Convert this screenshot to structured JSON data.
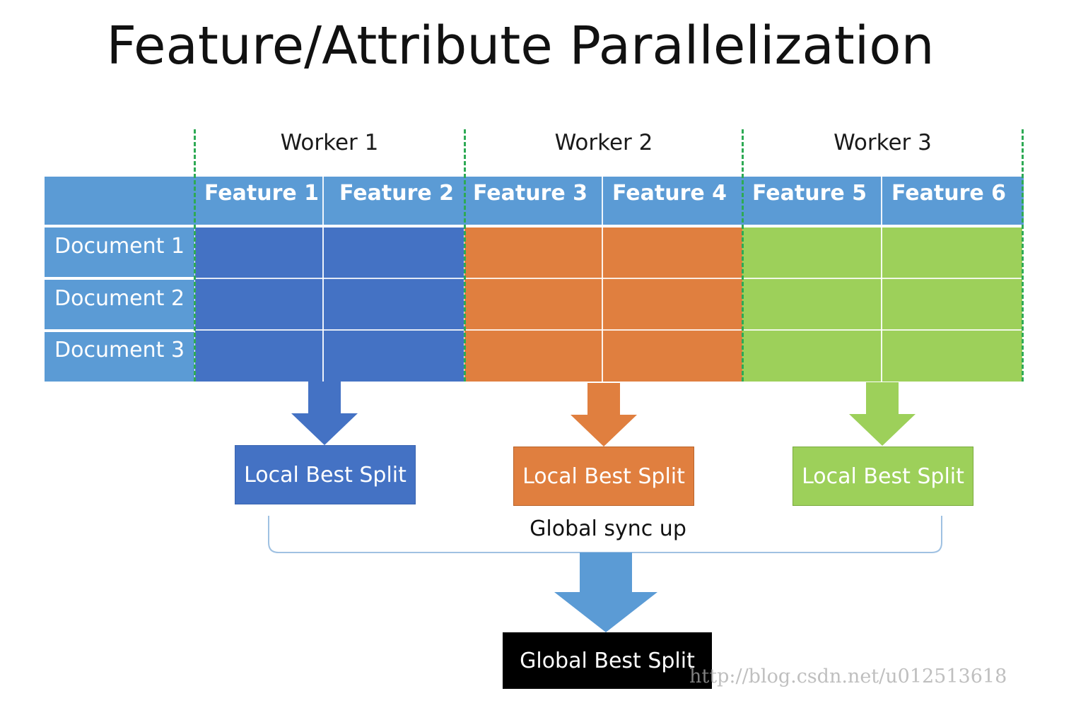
{
  "title": "Feature/Attribute Parallelization",
  "workers": [
    "Worker 1",
    "Worker 2",
    "Worker 3"
  ],
  "features": [
    "Feature 1",
    "Feature 2",
    "Feature 3",
    "Feature 4",
    "Feature 5",
    "Feature 6"
  ],
  "documents": [
    "Document 1",
    "Document 2",
    "Document 3"
  ],
  "local_best_split": [
    "Local Best Split",
    "Local Best Split",
    "Local Best Split"
  ],
  "sync_label": "Global sync up",
  "global_best_split": "Global Best Split",
  "watermark": "http://blog.csdn.net/u012513618",
  "colors": {
    "header": "#5b9bd5",
    "worker1": "#4472c4",
    "worker2": "#e07f3f",
    "worker3": "#9dd05a",
    "divider": "#2eaa55",
    "global": "#000000"
  }
}
